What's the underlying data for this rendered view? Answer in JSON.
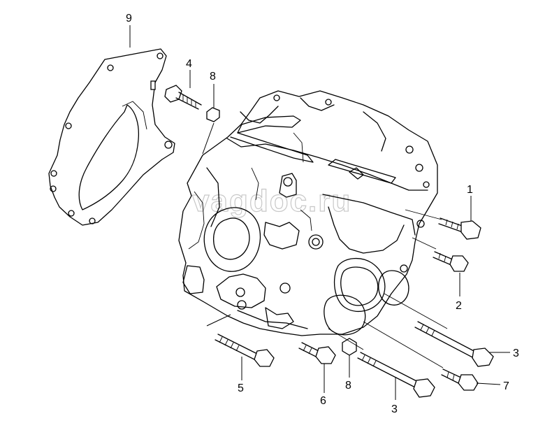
{
  "watermark": "vagdoc.ru",
  "callouts": [
    {
      "id": "c1",
      "label": "1"
    },
    {
      "id": "c2",
      "label": "2"
    },
    {
      "id": "c3a",
      "label": "3"
    },
    {
      "id": "c3b",
      "label": "3"
    },
    {
      "id": "c4",
      "label": "4"
    },
    {
      "id": "c5",
      "label": "5"
    },
    {
      "id": "c6",
      "label": "6"
    },
    {
      "id": "c7",
      "label": "7"
    },
    {
      "id": "c8a",
      "label": "8"
    },
    {
      "id": "c8b",
      "label": "8"
    },
    {
      "id": "c9",
      "label": "9"
    }
  ]
}
